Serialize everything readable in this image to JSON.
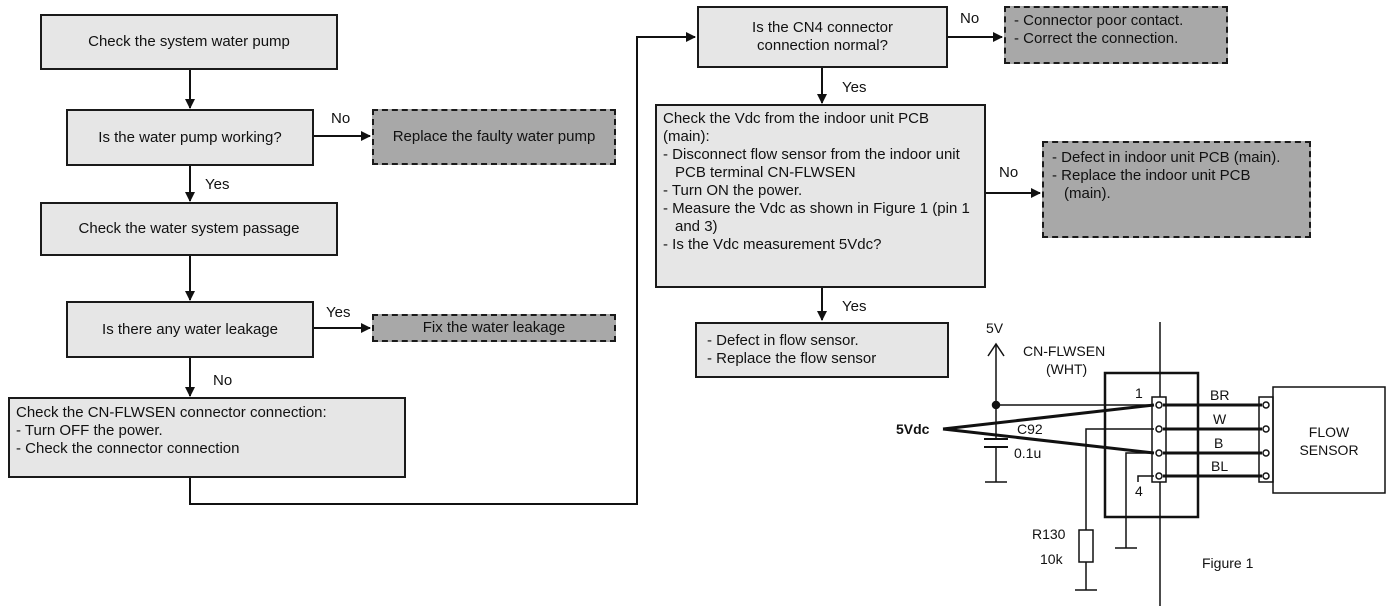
{
  "flow": {
    "check_pump": "Check the system water pump",
    "pump_working": "Is the water pump working?",
    "replace_pump": "Replace the faulty water pump",
    "check_passage": "Check the water system passage",
    "leakage_q": "Is there any water leakage",
    "fix_leak": "Fix the water leakage",
    "check_conn_title": "Check the CN-FLWSEN connector connection:",
    "check_conn_items": [
      "- Turn OFF the power.",
      "- Check the connector connection"
    ],
    "cn4_q": "Is the CN4 connector connection normal?",
    "cn4_no_items": [
      "- Connector poor contact.",
      "- Correct the connection."
    ],
    "vdc_title": "Check the Vdc from the indoor unit PCB (main):",
    "vdc_items": [
      "- Disconnect flow sensor from the indoor unit PCB terminal CN-FLWSEN",
      "- Turn ON the power.",
      "- Measure the Vdc as shown in Figure 1 (pin 1 and 3)",
      "- Is the Vdc measurement 5Vdc?"
    ],
    "pcb_defect_items": [
      "- Defect in indoor unit PCB (main).",
      "- Replace the indoor unit PCB (main)."
    ],
    "sensor_defect_items": [
      "- Defect in flow sensor.",
      "- Replace the flow sensor"
    ]
  },
  "labels": {
    "yes": "Yes",
    "no": "No"
  },
  "figure": {
    "supply": "5V",
    "connector_name": "CN-FLWSEN",
    "connector_color": "(WHT)",
    "pin_first": "1",
    "pin_last": "4",
    "wires": [
      "BR",
      "W",
      "B",
      "BL"
    ],
    "measure": "5Vdc",
    "capacitor_ref": "C92",
    "capacitor_val": "0.1u",
    "resistor_ref": "R130",
    "resistor_val": "10k",
    "sensor_line1": "FLOW",
    "sensor_line2": "SENSOR",
    "caption": "Figure 1"
  }
}
